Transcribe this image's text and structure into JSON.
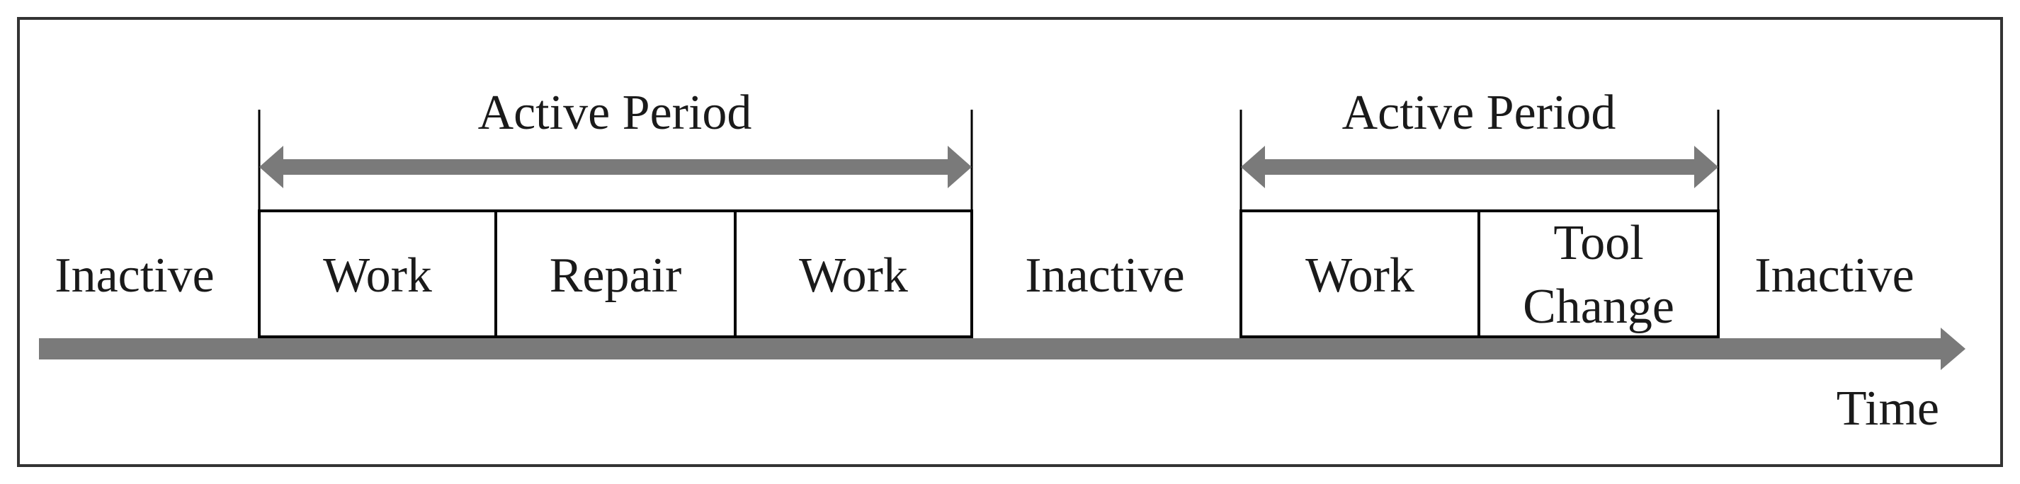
{
  "diagram": {
    "time_label": "Time",
    "inactive_1": "Inactive",
    "inactive_2": "Inactive",
    "inactive_3": "Inactive",
    "active_period_1": {
      "label": "Active Period",
      "segments": [
        "Work",
        "Repair",
        "Work"
      ]
    },
    "active_period_2": {
      "label": "Active Period",
      "segments": [
        "Work",
        "Tool",
        "Change"
      ]
    }
  },
  "colors": {
    "arrow": "#7a7a7a",
    "box_border": "#000000",
    "frame": "#333333",
    "text": "#1a1a1a"
  }
}
